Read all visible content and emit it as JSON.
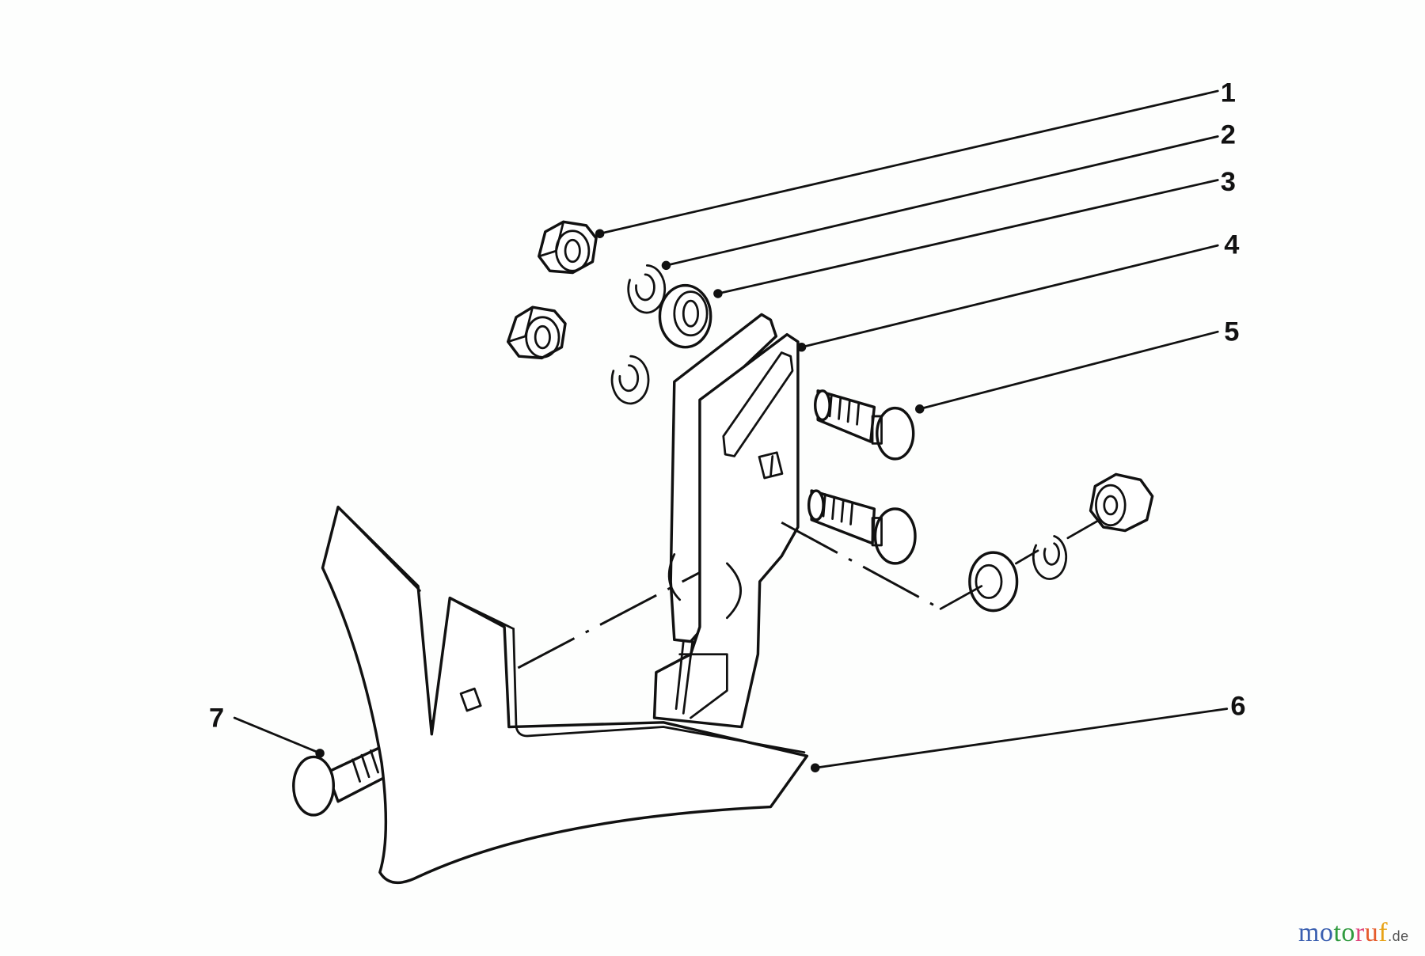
{
  "diagram": {
    "type": "exploded parts diagram",
    "subject": "tiller tine / bolt-on blade assembly",
    "callouts": [
      {
        "number": "1",
        "part": "hex nut"
      },
      {
        "number": "2",
        "part": "lock washer"
      },
      {
        "number": "3",
        "part": "flat washer"
      },
      {
        "number": "4",
        "part": "tine bracket"
      },
      {
        "number": "5",
        "part": "carriage bolt"
      },
      {
        "number": "6",
        "part": "blade"
      },
      {
        "number": "7",
        "part": "carriage bolt"
      }
    ]
  },
  "watermark": {
    "letters": [
      {
        "ch": "m",
        "color": "#3a5fb0"
      },
      {
        "ch": "o",
        "color": "#3a5fb0"
      },
      {
        "ch": "t",
        "color": "#2f9a3e"
      },
      {
        "ch": "o",
        "color": "#2f9a3e"
      },
      {
        "ch": "r",
        "color": "#e0457b"
      },
      {
        "ch": "u",
        "color": "#e55a2b"
      },
      {
        "ch": "f",
        "color": "#e8a317"
      }
    ],
    "suffix": ".de"
  }
}
